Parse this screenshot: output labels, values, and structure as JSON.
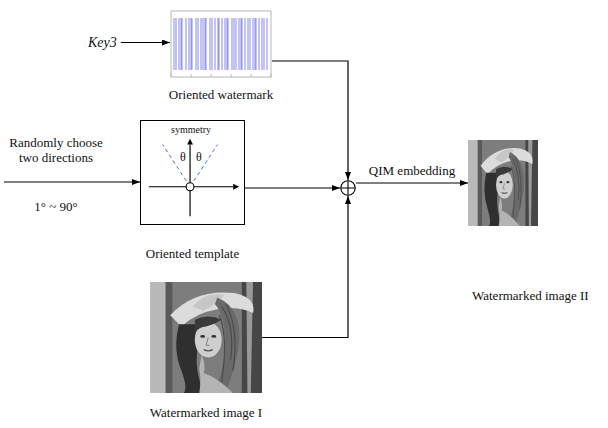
{
  "diagram": {
    "nodes": [
      {
        "text": [
          "Key3"
        ]
      },
      {
        "text": [
          "Oriented watermark"
        ]
      },
      {
        "text": [
          "Randomly choose two directions",
          "1° ~ 90°"
        ]
      },
      {
        "text": [
          "symmetry",
          "θ",
          "θ",
          "Oriented template"
        ]
      },
      {
        "text": []
      },
      {
        "text": [
          "Watermarked image II"
        ]
      },
      {
        "text": [
          "Watermarked image I"
        ]
      }
    ],
    "edges": [
      {
        "from": 0,
        "to": 1,
        "arrow": "to"
      },
      {
        "from": 2,
        "to": 3,
        "arrow": "to"
      },
      {
        "from": 1,
        "to": 4,
        "arrow": "to"
      },
      {
        "from": 3,
        "to": 4,
        "arrow": "to"
      },
      {
        "from": 6,
        "to": 4,
        "arrow": "to"
      },
      {
        "from": 4,
        "to": 5,
        "label": "QIM embedding",
        "arrow": "to"
      }
    ]
  }
}
